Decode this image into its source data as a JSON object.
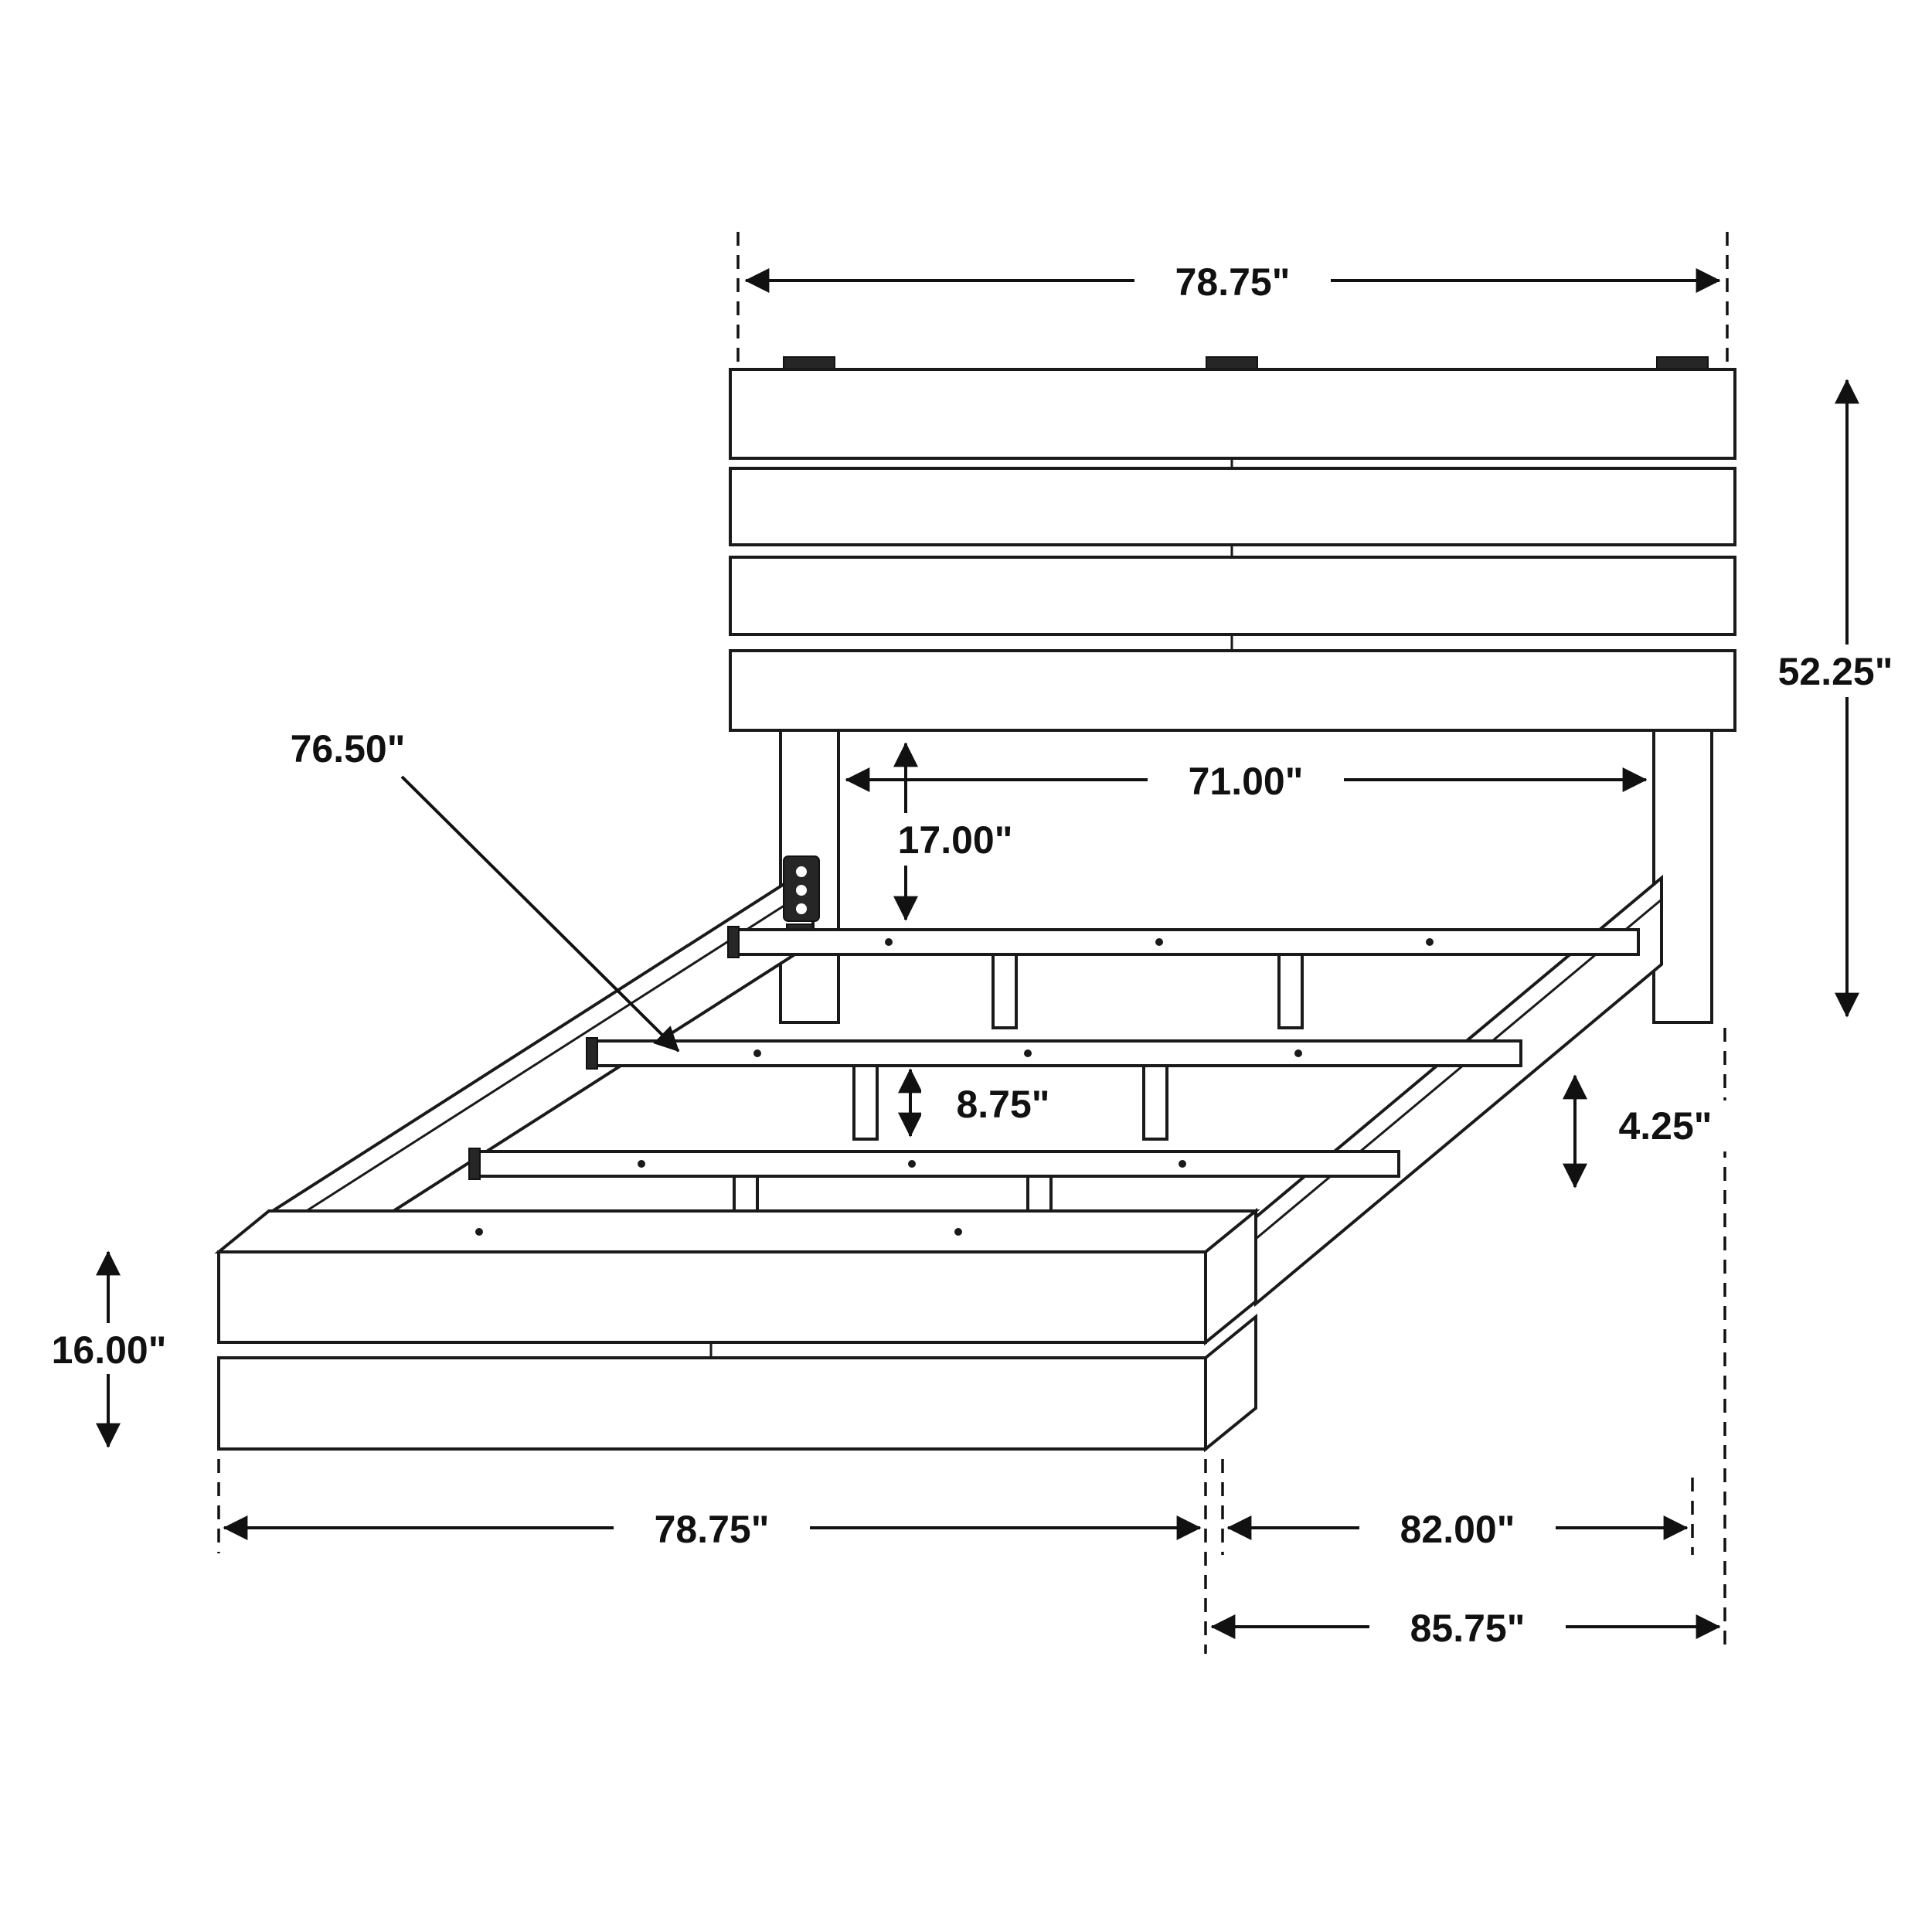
{
  "colors": {
    "line": "#1a1a1a",
    "background": "#ffffff"
  },
  "diagram": {
    "dimensions": {
      "headboard_width": "78.75\"",
      "headboard_height": "52.25\"",
      "slat_support_length": "76.50\"",
      "headboard_inner_width": "71.00\"",
      "headboard_to_platform": "17.00\"",
      "slat_support_leg_height": "8.75\"",
      "side_rail_ledge_height": "4.25\"",
      "footboard_height": "16.00\"",
      "footboard_width": "78.75\"",
      "frame_inner_length": "82.00\"",
      "overall_length": "85.75\""
    }
  }
}
